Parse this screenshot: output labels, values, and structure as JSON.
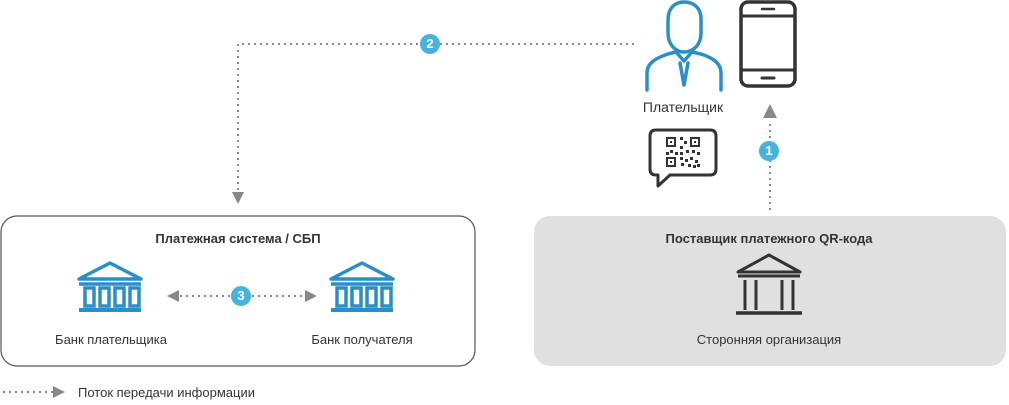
{
  "colors": {
    "accent": "#45b3e0",
    "icon_blue": "#2a8fc6",
    "dark": "#333333",
    "provider_box": "#e0e0e0",
    "arrow": "#888888"
  },
  "payer": {
    "label": "Плательщик",
    "icons": [
      "payer-person-icon",
      "smartphone-icon",
      "qr-code-speech-bubble-icon"
    ]
  },
  "payment_system": {
    "title": "Платежная система / СБП",
    "payer_bank": {
      "label": "Банк плательщика",
      "icon": "bank-icon"
    },
    "recipient_bank": {
      "label": "Банк получателя",
      "icon": "bank-icon"
    }
  },
  "provider": {
    "title": "Поставщик платежного QR-кода",
    "org_label": "Сторонняя организация",
    "icon": "bank-icon"
  },
  "steps": [
    "1",
    "2",
    "3"
  ],
  "legend": {
    "label": "Поток передачи информации"
  }
}
